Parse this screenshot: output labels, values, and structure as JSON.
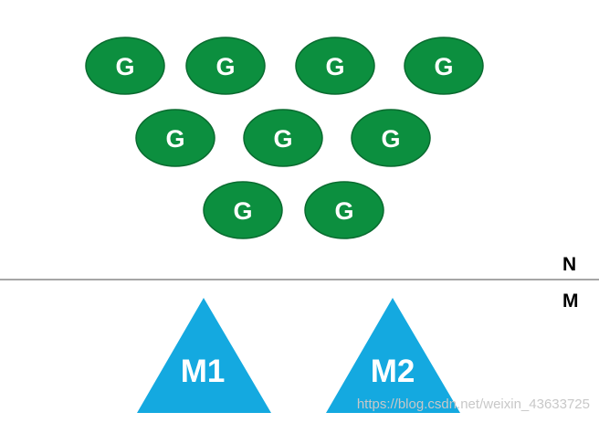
{
  "colors": {
    "goroutine_fill": "#0c8f3f",
    "goroutine_stroke": "#0a6b30",
    "machine_fill": "#14a9e0",
    "divider": "#888888"
  },
  "goroutines": {
    "label": "G",
    "count": 9
  },
  "machines": [
    {
      "label": "M1"
    },
    {
      "label": "M2"
    }
  ],
  "side_labels": {
    "top": "N",
    "bottom": "M"
  },
  "watermark": "https://blog.csdn.net/weixin_43633725"
}
